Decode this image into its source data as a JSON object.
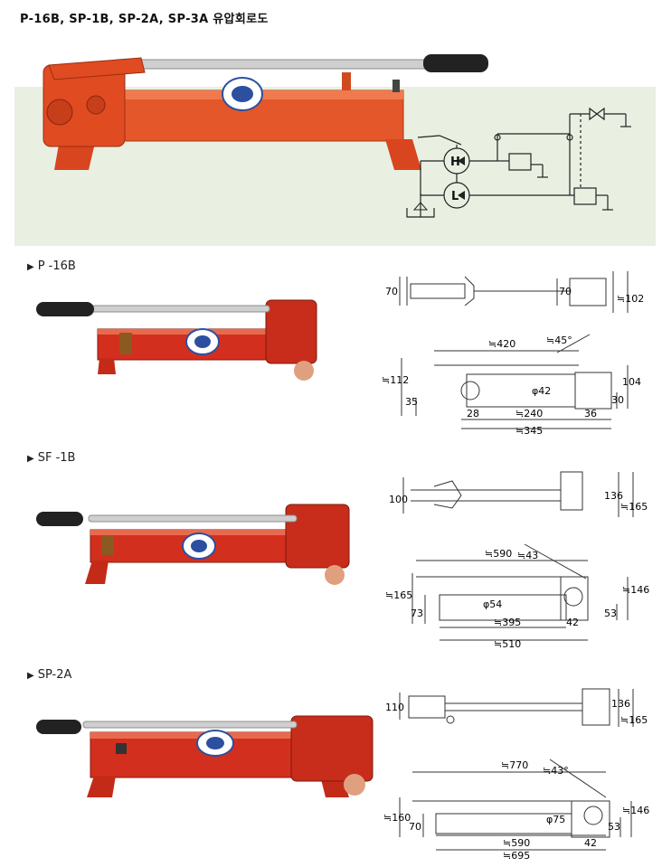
{
  "title": "P-16B, SP-1B, SP-2A, SP-3A 유압회로도",
  "circuit": {
    "high_label": "H",
    "low_label": "L"
  },
  "sections": [
    {
      "label": "P -16B",
      "dims": {
        "top_height": "70",
        "top_inner": "70",
        "top_right": "≒102",
        "angle": "≒45°",
        "length_top": "≒420",
        "h_left": "≒112",
        "base_h": "35",
        "diam": "φ42",
        "h_right_inner": "30",
        "h_right": "104",
        "w_left": "28",
        "w_mid": "≒240",
        "w_right": "36",
        "w_total": "≒345"
      }
    },
    {
      "label": "SF -1B",
      "dims": {
        "top_height": "100",
        "top_inner": "136",
        "top_right": "≒165",
        "angle": "≒43",
        "length_top": "≒590",
        "h_left": "≒165",
        "base_h": "73",
        "diam": "φ54",
        "h_right_inner": "53",
        "h_right": "≒146",
        "w_mid": "≒395",
        "w_right": "42",
        "w_total": "≒510"
      }
    },
    {
      "label": "SP-2A",
      "dims": {
        "top_height": "110",
        "top_inner": "136",
        "top_right": "≒165",
        "angle": "≒43°",
        "length_top": "≒770",
        "h_left": "≒160",
        "base_h": "70",
        "diam": "φ75",
        "h_right_inner": "53",
        "h_right": "≒146",
        "w_mid": "≒590",
        "w_right": "42",
        "w_total": "≒695"
      }
    }
  ],
  "colors": {
    "pump_red": "#d8321f",
    "pump_orange": "#e4572a",
    "handle_black": "#222222",
    "chrome": "#c8c8c8",
    "banner_bg": "#e9f0e2",
    "label_blue": "#2c4fa0"
  }
}
